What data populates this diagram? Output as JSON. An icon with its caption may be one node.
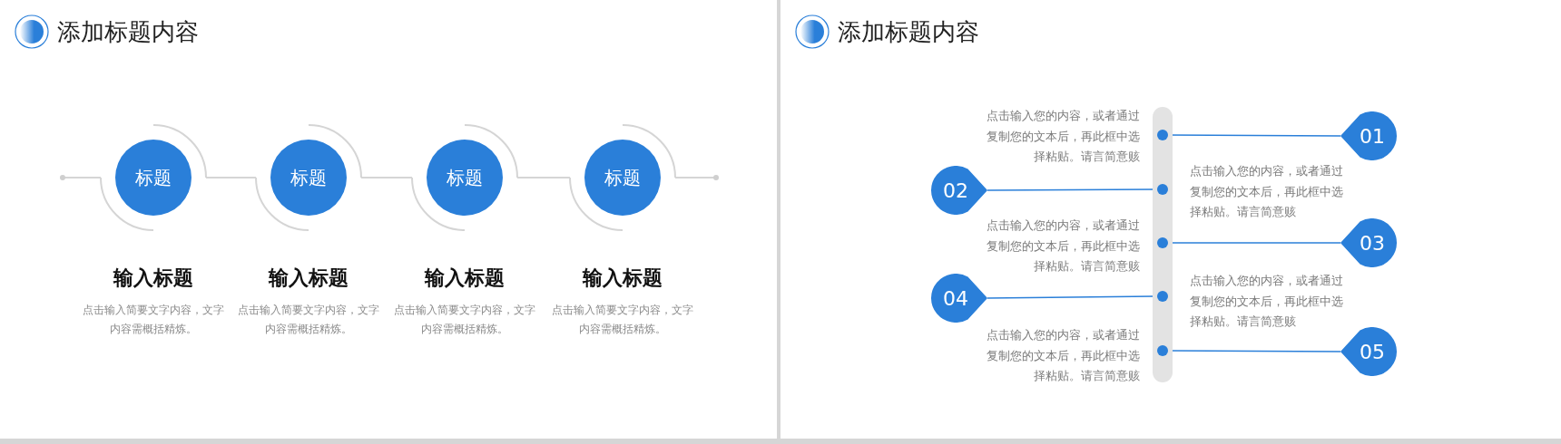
{
  "diagram": {
    "nodes": [
      {
        "text": [
          "标题"
        ],
        "beside": [
          "输入标题",
          "点击输入简要文字内容，文字内容需概括精炼。"
        ]
      },
      {
        "text": [
          "标题"
        ],
        "beside": [
          "输入标题",
          "点击输入简要文字内容，文字内容需概括精炼。"
        ]
      },
      {
        "text": [
          "标题"
        ],
        "beside": [
          "输入标题",
          "点击输入简要文字内容，文字内容需概括精炼。"
        ]
      },
      {
        "text": [
          "标题"
        ],
        "beside": [
          "输入标题",
          "点击输入简要文字内容，文字内容需概括精炼。"
        ]
      },
      {
        "text": [],
        "shape": "bar"
      },
      {
        "text": [],
        "shape": "circle",
        "in": 4
      },
      {
        "text": [],
        "shape": "circle",
        "in": 4
      },
      {
        "text": [],
        "shape": "circle",
        "in": 4
      },
      {
        "text": [],
        "shape": "circle",
        "in": 4
      },
      {
        "text": [],
        "shape": "circle",
        "in": 4
      },
      {
        "text": [
          "01"
        ]
      },
      {
        "text": [
          "02"
        ]
      },
      {
        "text": [
          "03"
        ]
      },
      {
        "text": [
          "04"
        ]
      },
      {
        "text": [
          "05"
        ]
      }
    ],
    "edges": [
      {
        "from": 5,
        "to": 10,
        "arrow": "none"
      },
      {
        "from": 6,
        "to": 11,
        "arrow": "none"
      },
      {
        "from": 7,
        "to": 12,
        "arrow": "none"
      },
      {
        "from": 8,
        "to": 13,
        "arrow": "none"
      },
      {
        "from": 9,
        "to": 14,
        "arrow": "none"
      }
    ],
    "labels": [
      "添加标题内容",
      "添加标题内容",
      "点击输入您的内容，或者通过复制您的文本后，再此框中选择粘贴。请言简意赅",
      "点击输入您的内容，或者通过复制您的文本后，再此框中选择粘贴。请言简意赅",
      "点击输入您的内容，或者通过复制您的文本后，再此框中选择粘贴。请言简意赅",
      "点击输入您的内容，或者通过复制您的文本后，再此框中选择粘贴。请言简意赅",
      "点击输入您的内容，或者通过复制您的文本后，再此框中选择粘贴。请言简意赅"
    ]
  }
}
